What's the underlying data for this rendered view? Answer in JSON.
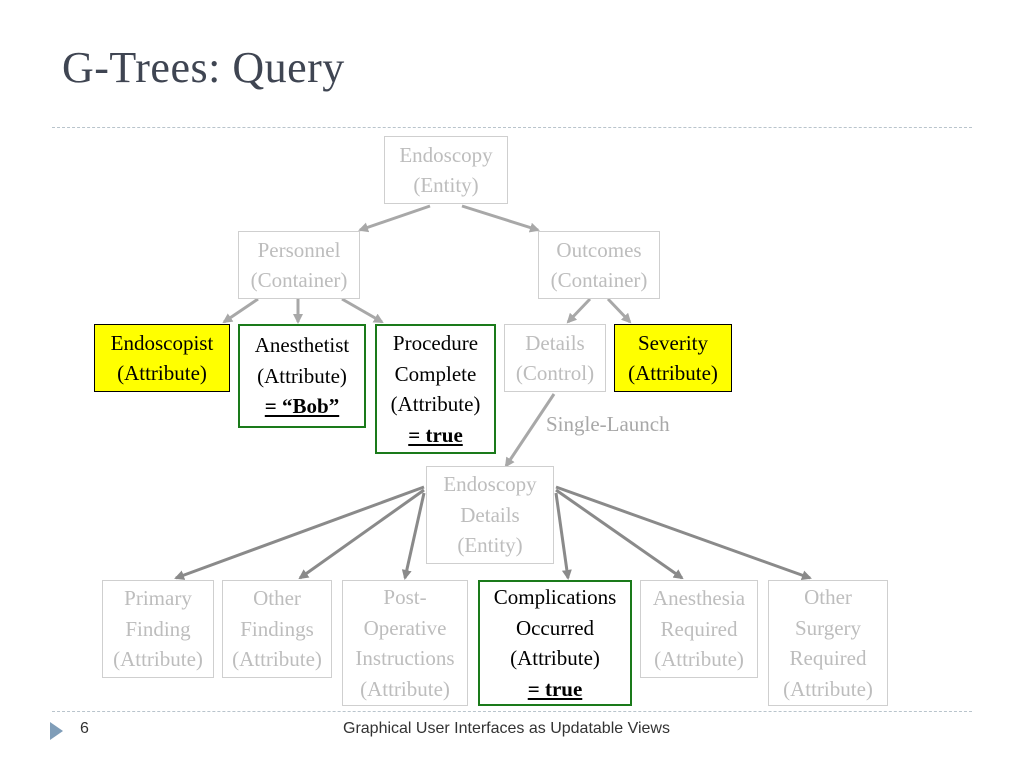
{
  "slide": {
    "title": "G-Trees: Query",
    "footer_number": "6",
    "footer_text": "Graphical User Interfaces as Updatable Views"
  },
  "diagram": {
    "nodes": {
      "endoscopy": {
        "lines": [
          "Endoscopy",
          "(Entity)"
        ]
      },
      "personnel": {
        "lines": [
          "Personnel",
          "(Container)"
        ]
      },
      "outcomes": {
        "lines": [
          "Outcomes",
          "(Container)"
        ]
      },
      "endoscopist": {
        "lines": [
          "Endoscopist",
          "(Attribute)"
        ]
      },
      "anesthetist": {
        "lines": [
          "Anesthetist",
          "(Attribute)"
        ],
        "condition": "= “Bob”"
      },
      "procedure_complete": {
        "lines": [
          "Procedure",
          "Complete",
          "(Attribute)"
        ],
        "condition": "= true"
      },
      "details": {
        "lines": [
          "Details",
          "(Control)"
        ]
      },
      "severity": {
        "lines": [
          "Severity",
          "(Attribute)"
        ]
      },
      "endoscopy_details": {
        "lines": [
          "Endoscopy",
          "Details",
          "(Entity)"
        ]
      },
      "primary_finding": {
        "lines": [
          "Primary",
          "Finding",
          "(Attribute)"
        ]
      },
      "other_findings": {
        "lines": [
          "Other",
          "Findings",
          "(Attribute)"
        ]
      },
      "post_operative": {
        "lines": [
          "Post-",
          "Operative",
          "Instructions",
          "(Attribute)"
        ]
      },
      "complications": {
        "lines": [
          "Complications",
          "Occurred",
          "(Attribute)"
        ],
        "condition": "= true"
      },
      "anesthesia_required": {
        "lines": [
          "Anesthesia",
          "Required",
          "(Attribute)"
        ]
      },
      "other_surgery": {
        "lines": [
          "Other",
          "Surgery",
          "Required",
          "(Attribute)"
        ]
      }
    },
    "edge_labels": {
      "single_launch": "Single-Launch"
    },
    "colors": {
      "highlight": "#ffff00",
      "selected_border": "#1a7a1a",
      "inactive_text": "#bdbdbd",
      "edge": "#a8a8a8"
    }
  }
}
